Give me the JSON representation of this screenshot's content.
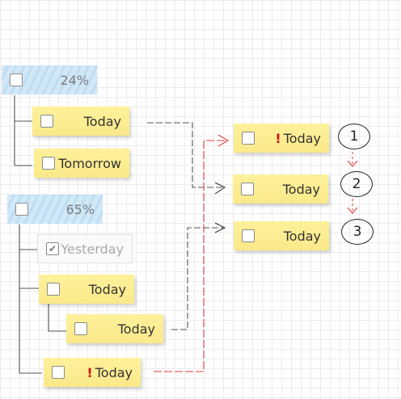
{
  "groups": [
    {
      "progress_label": "24%",
      "progress": 0.24
    },
    {
      "progress_label": "65%",
      "progress": 0.65
    }
  ],
  "tasks": {
    "g1_today": {
      "label": "Today",
      "checked": false,
      "priority": false
    },
    "g1_tomorrow": {
      "label": "Tomorrow",
      "checked": false,
      "priority": false
    },
    "g2_yesterday": {
      "label": "Yesterday",
      "checked": true,
      "priority": false
    },
    "g2_today": {
      "label": "Today",
      "checked": false,
      "priority": false
    },
    "g2_today_sub": {
      "label": "Today",
      "checked": false,
      "priority": false
    },
    "g2_today_priority": {
      "label": "Today",
      "checked": false,
      "priority": true,
      "priority_mark": "!"
    }
  },
  "sequence": [
    {
      "step": "1",
      "label": "Today",
      "priority": true,
      "priority_mark": "!"
    },
    {
      "step": "2",
      "label": "Today",
      "priority": false
    },
    {
      "step": "3",
      "label": "Today",
      "priority": false
    }
  ],
  "colors": {
    "sticky": "#fbe98a",
    "parent": "#c6e2f5",
    "priority": "#d01010",
    "link_gray": "#555555",
    "link_red": "#e04040"
  }
}
